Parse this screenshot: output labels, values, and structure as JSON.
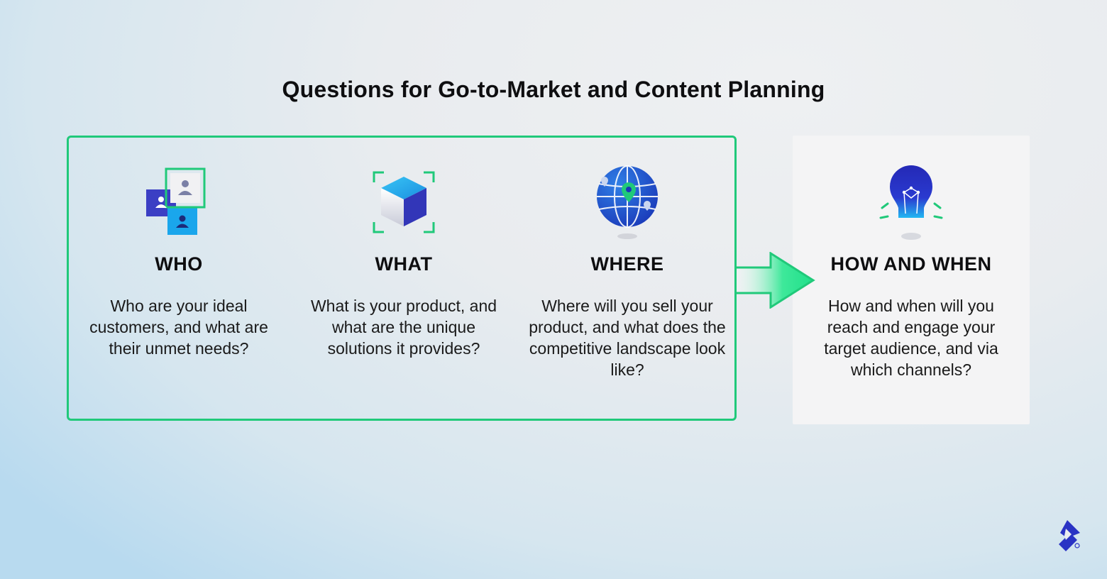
{
  "title": "Questions for Go-to-Market and Content Planning",
  "columns": [
    {
      "heading": "WHO",
      "description": "Who are your ideal customers, and what are their unmet needs?",
      "icon": "people-icon"
    },
    {
      "heading": "WHAT",
      "description": "What is your product, and what are the unique solutions it provides?",
      "icon": "cube-icon"
    },
    {
      "heading": "WHERE",
      "description": "Where will you sell your product, and what does the competitive landscape look like?",
      "icon": "globe-icon"
    },
    {
      "heading": "HOW AND WHEN",
      "description": "How and when will you reach and engage your target audience, and via which channels?",
      "icon": "lightbulb-icon"
    }
  ],
  "colors": {
    "accent_green": "#20c97a",
    "blue_dark": "#2a2fa8",
    "blue_light": "#1aa8ee",
    "text": "#0e0e10"
  },
  "logo": "toptal-logo-icon"
}
